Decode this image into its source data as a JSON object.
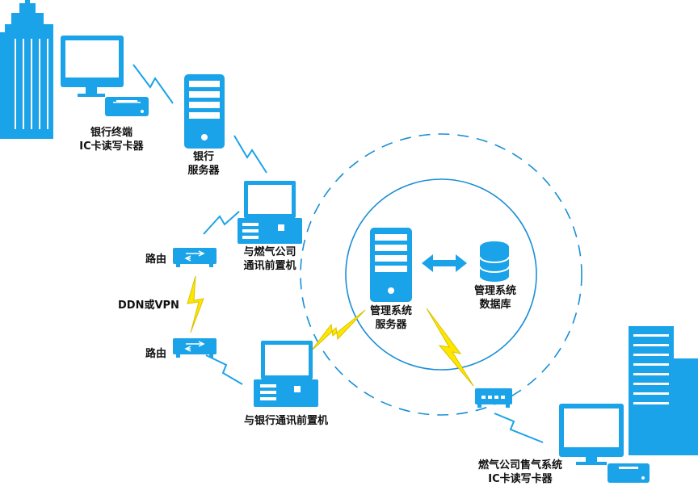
{
  "colors": {
    "primary": "#1aa3e8",
    "ring": "#1a8fd6",
    "bolt": "#ffe600",
    "bolt_stroke": "#d8c200",
    "label": "#111111"
  },
  "nodes": {
    "bank_terminal": {
      "label_lines": [
        "银行终端",
        "IC卡读写卡器"
      ],
      "icons": [
        "office-building-icon",
        "monitor-icon",
        "card-reader-icon"
      ]
    },
    "bank_server": {
      "label_lines": [
        "银行",
        "服务器"
      ],
      "icons": [
        "server-icon"
      ]
    },
    "gas_front_end": {
      "label_lines": [
        "与燃气公司",
        "通讯前置机"
      ],
      "icons": [
        "front-end-computer-icon"
      ]
    },
    "router_top": {
      "label_lines": [
        "路由"
      ],
      "icons": [
        "router-icon"
      ]
    },
    "router_bottom": {
      "label_lines": [
        "路由"
      ],
      "icons": [
        "router-icon"
      ]
    },
    "network_link": {
      "label_lines": [
        "DDN或VPN"
      ]
    },
    "bank_front_end": {
      "label_lines": [
        "与银行通讯前置机"
      ],
      "icons": [
        "front-end-computer-icon"
      ]
    },
    "mgmt_server": {
      "label_lines": [
        "管理系统",
        "服务器"
      ],
      "icons": [
        "server-icon"
      ]
    },
    "mgmt_db": {
      "label_lines": [
        "管理系统",
        "数据库"
      ],
      "icons": [
        "database-icon"
      ]
    },
    "gas_sales": {
      "label_lines": [
        "燃气公司售气系统",
        "IC卡读写卡器"
      ],
      "icons": [
        "office-building-icon",
        "monitor-icon",
        "card-reader-icon",
        "router-icon"
      ]
    }
  }
}
